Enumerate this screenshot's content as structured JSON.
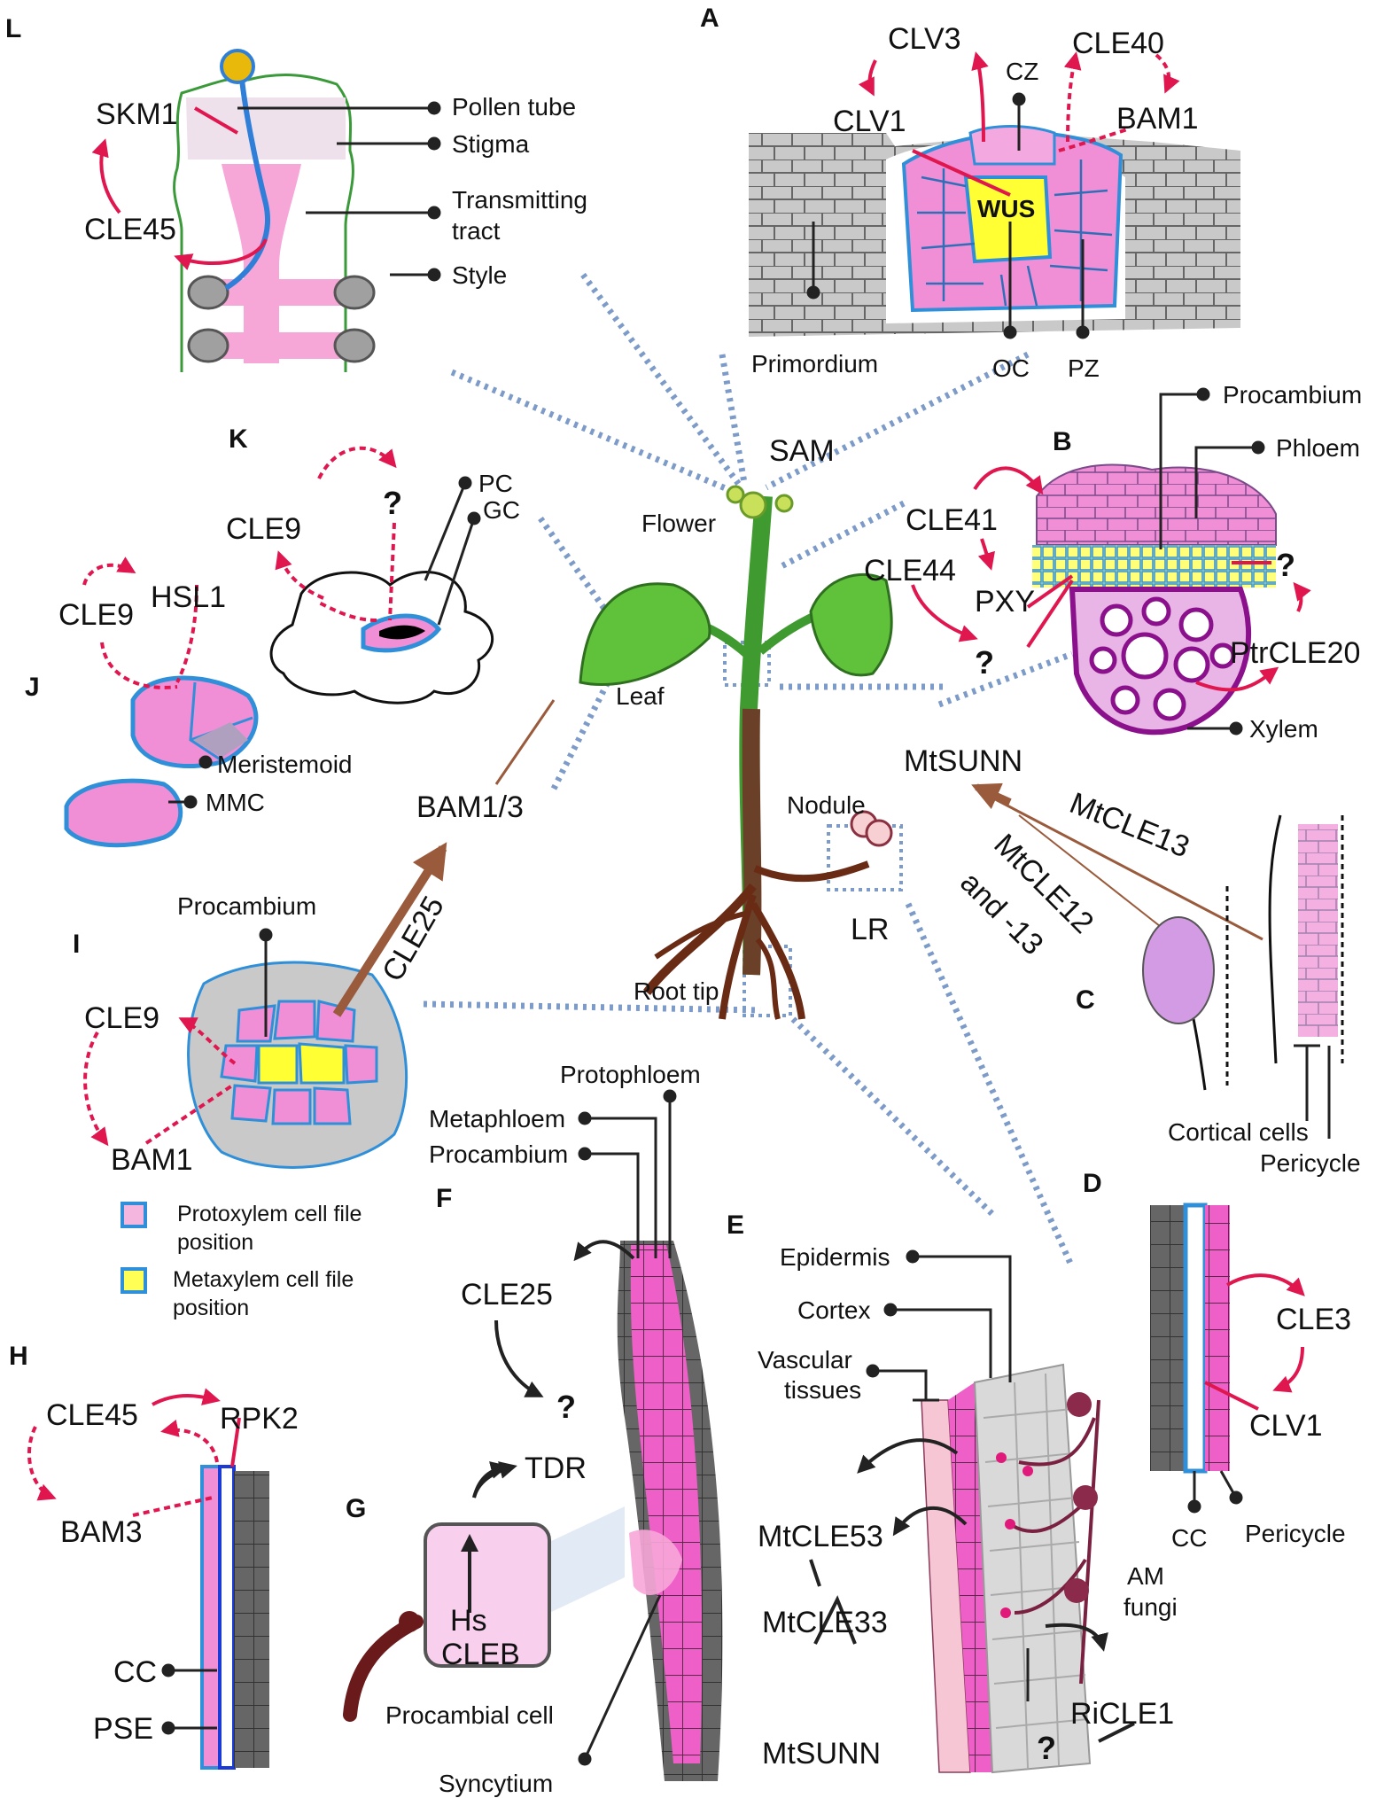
{
  "panels": {
    "A": {
      "letter": "A",
      "clv3": "CLV3",
      "cle40": "CLE40",
      "clv1": "CLV1",
      "bam1": "BAM1",
      "cz": "CZ",
      "wus": "WUS",
      "primordium": "Primordium",
      "oc": "OC",
      "pz": "PZ"
    },
    "B": {
      "letter": "B",
      "procambium": "Procambium",
      "phloem": "Phloem",
      "cle41": "CLE41",
      "cle44": "CLE44",
      "pxy": "PXY",
      "q1": "?",
      "q2": "?",
      "ptrcle20": "PtrCLE20",
      "xylem": "Xylem"
    },
    "C": {
      "letter": "C",
      "mtsunn": "MtSUNN",
      "mtcle13": "MtCLE13",
      "mtcle12a": "MtCLE12",
      "mtcle12b": "and -13",
      "cortical": "Cortical cells",
      "pericycle": "Pericycle"
    },
    "D": {
      "letter": "D",
      "cle3": "CLE3",
      "clv1": "CLV1",
      "cc": "CC",
      "pericycle": "Pericycle"
    },
    "E": {
      "letter": "E",
      "epidermis": "Epidermis",
      "cortex": "Cortex",
      "vascular1": "Vascular",
      "vascular2": "tissues",
      "mtcle53": "MtCLE53",
      "mtcle33": "MtCLE33",
      "mtsunn": "MtSUNN",
      "am1": "AM",
      "am2": "fungi",
      "ricle1": "RiCLE1",
      "q": "?"
    },
    "F": {
      "letter": "F",
      "protophloem": "Protophloem",
      "metaphloem": "Metaphloem",
      "procambium": "Procambium",
      "cle25": "CLE25",
      "q": "?",
      "syncytium": "Syncytium"
    },
    "G": {
      "letter": "G",
      "tdr": "TDR",
      "hs": "Hs",
      "cleb": "CLEB",
      "procambial": "Procambial cell"
    },
    "H": {
      "letter": "H",
      "cle45": "CLE45",
      "rpk2": "RPK2",
      "bam3": "BAM3",
      "cc": "CC",
      "pse": "PSE"
    },
    "I": {
      "letter": "I",
      "procambium": "Procambium",
      "cle9": "CLE9",
      "bam1": "BAM1",
      "cle25": "CLE25",
      "bam13": "BAM1/3",
      "legend1a": "Protoxylem cell file",
      "legend1b": "position",
      "legend2a": "Metaxylem cell file",
      "legend2b": "position"
    },
    "J": {
      "letter": "J",
      "cle9": "CLE9",
      "hsl1": "HSL1",
      "meristemoid": "Meristemoid",
      "mmc": "MMC"
    },
    "K": {
      "letter": "K",
      "cle9": "CLE9",
      "q": "?",
      "pc": "PC",
      "gc": "GC"
    },
    "L": {
      "letter": "L",
      "skm1": "SKM1",
      "cle45": "CLE45",
      "pollen": "Pollen tube",
      "stigma": "Stigma",
      "tt1": "Transmitting",
      "tt2": "tract",
      "style": "Style"
    },
    "plant": {
      "sam": "SAM",
      "flower": "Flower",
      "leaf": "Leaf",
      "nodule": "Nodule",
      "lr": "LR",
      "roottip": "Root tip"
    }
  },
  "colors": {
    "arrow": "#e0174f",
    "pink": "#f08ed6",
    "gray": "#c9c9c9",
    "blue": "#2f8fd8",
    "yellow": "#ffff33",
    "brown": "#9a5a3c",
    "dotted": "#7d9bc8",
    "purple": "#8b108b"
  }
}
